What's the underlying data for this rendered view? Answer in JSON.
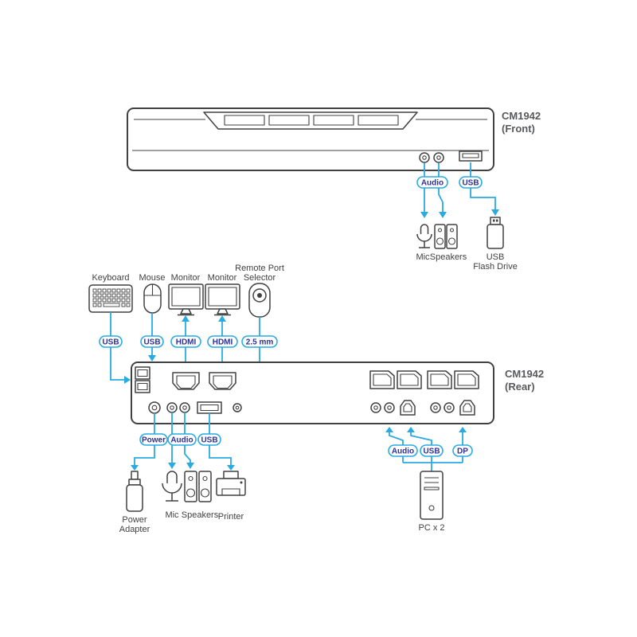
{
  "colors": {
    "accent_line": "#29ABE2",
    "pill_text": "#2E3192",
    "device_outline": "#414042",
    "label_text": "#414042",
    "model_text": "#58595B"
  },
  "front": {
    "model": {
      "line1": "CM1942",
      "line2": "(Front)"
    },
    "pills": {
      "audio": "Audio",
      "usb": "USB"
    },
    "labels": {
      "mic": "Mic",
      "speakers": "Speakers",
      "usb_flash_line1": "USB",
      "usb_flash_line2": "Flash Drive"
    }
  },
  "rear": {
    "model": {
      "line1": "CM1942",
      "line2": "(Rear)"
    },
    "peripherals": {
      "keyboard": "Keyboard",
      "mouse": "Mouse",
      "monitor1": "Monitor",
      "monitor2": "Monitor",
      "remote_line1": "Remote Port",
      "remote_line2": "Selector"
    },
    "pills_top": {
      "usb1": "USB",
      "usb2": "USB",
      "hdmi1": "HDMI",
      "hdmi2": "HDMI",
      "jack25": "2.5 mm"
    },
    "pills_bottom": {
      "power": "Power",
      "audio": "Audio",
      "usb": "USB"
    },
    "pills_pc": {
      "audio": "Audio",
      "usb": "USB",
      "dp": "DP"
    },
    "labels": {
      "power_line1": "Power",
      "power_line2": "Adapter",
      "mic": "Mic",
      "speakers": "Speakers",
      "printer": "Printer",
      "pc": "PC x 2"
    }
  }
}
